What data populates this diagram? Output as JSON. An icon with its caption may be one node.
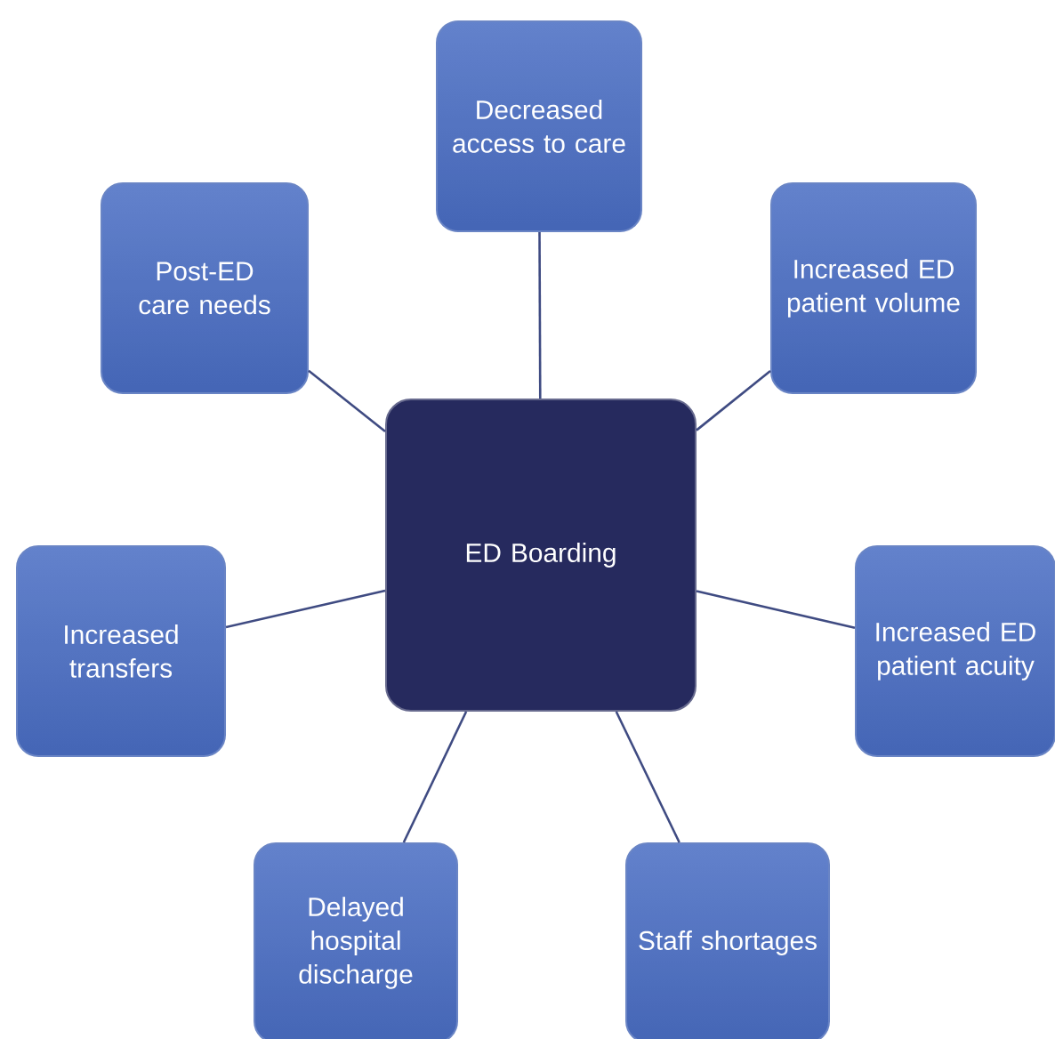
{
  "diagram": {
    "nodes": [
      {
        "text": [
          "Decreased access to care"
        ]
      },
      {
        "text": [
          "Post-ED care needs"
        ]
      },
      {
        "text": [
          "Increased ED patient volume"
        ]
      },
      {
        "text": [
          "ED Boarding"
        ]
      },
      {
        "text": [
          "Increased transfers"
        ]
      },
      {
        "text": [
          "Increased ED patient acuity"
        ]
      },
      {
        "text": [
          "Delayed hospital discharge"
        ]
      },
      {
        "text": [
          "Staff shortages"
        ]
      }
    ],
    "edges": [
      {
        "from": 3,
        "to": 0,
        "arrow": "none"
      },
      {
        "from": 3,
        "to": 1,
        "arrow": "none"
      },
      {
        "from": 3,
        "to": 2,
        "arrow": "none"
      },
      {
        "from": 3,
        "to": 4,
        "arrow": "none"
      },
      {
        "from": 3,
        "to": 5,
        "arrow": "none"
      },
      {
        "from": 3,
        "to": 6,
        "arrow": "none"
      },
      {
        "from": 3,
        "to": 7,
        "arrow": "none"
      }
    ]
  }
}
